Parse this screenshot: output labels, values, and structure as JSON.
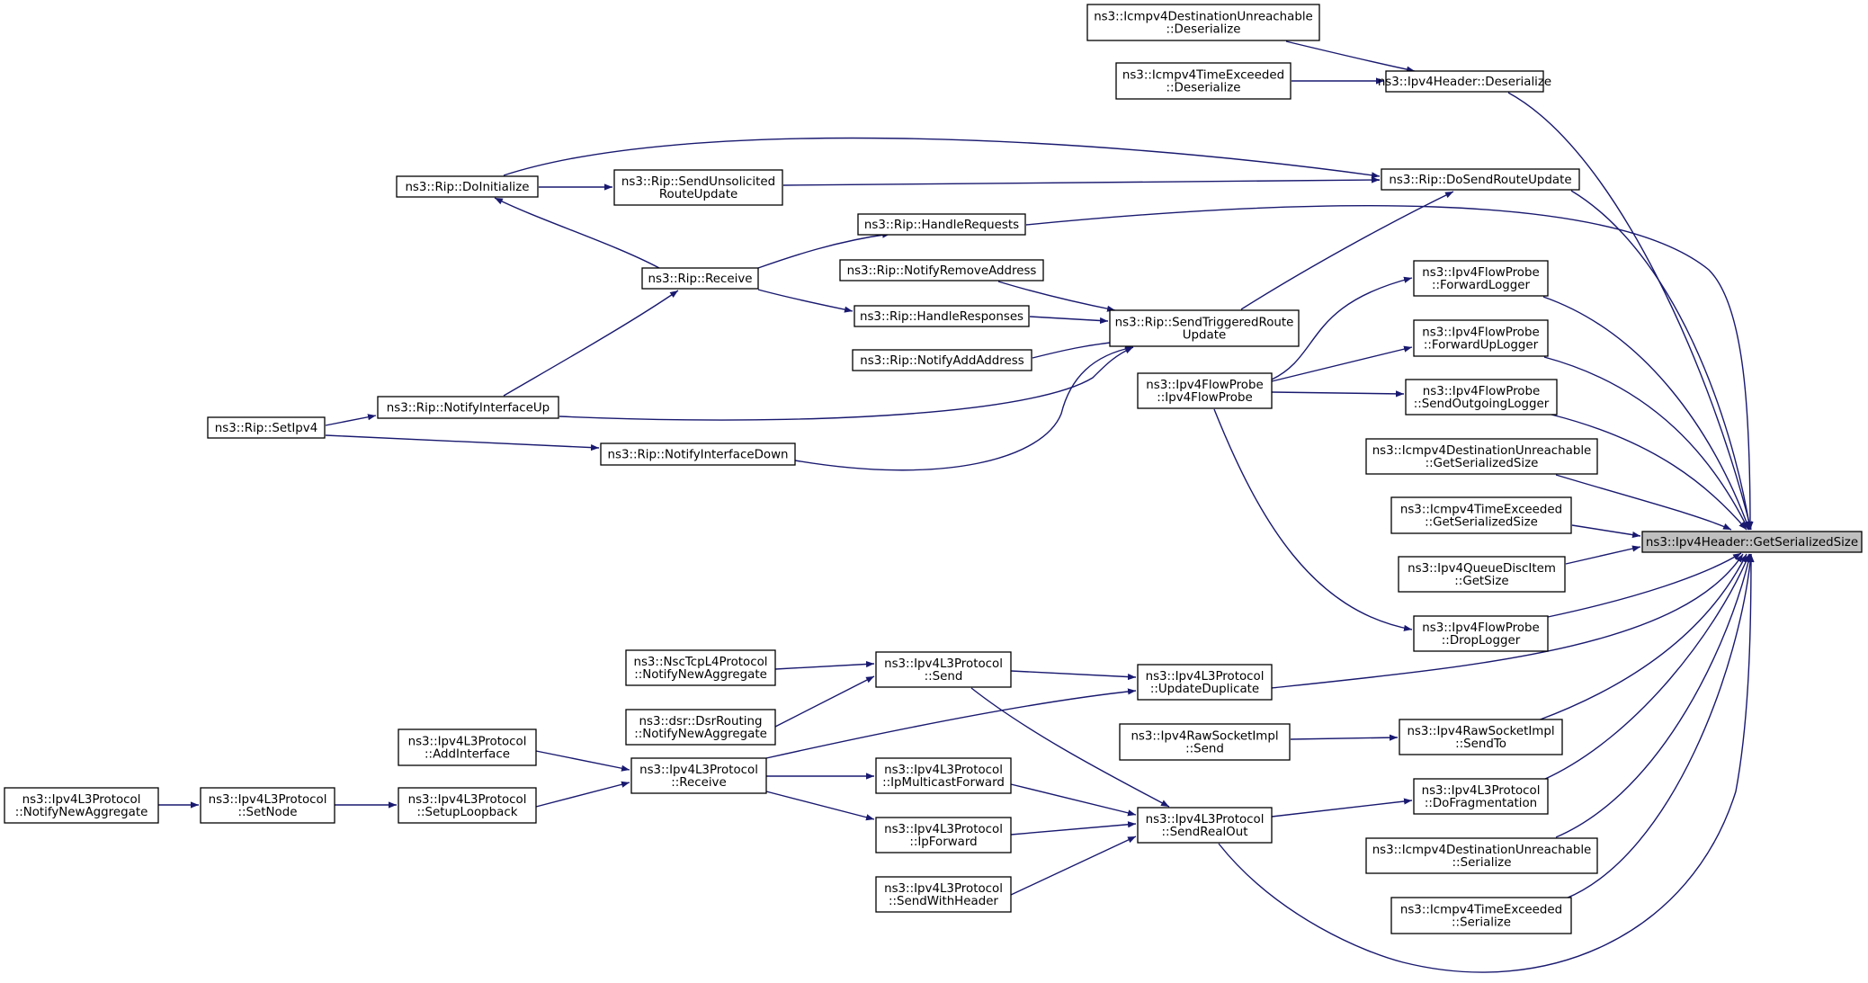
{
  "graph": {
    "edge_color": "#191970",
    "target_fill": "#bfbfbf",
    "nodes": [
      {
        "id": "target",
        "lines": [
          "ns3::Ipv4Header::GetSerializedSize"
        ],
        "highlight": true
      },
      {
        "id": "ipv4h_deser",
        "lines": [
          "ns3::Ipv4Header::Deserialize"
        ]
      },
      {
        "id": "icmpdu_deser",
        "lines": [
          "ns3::Icmpv4DestinationUnreachable",
          "::Deserialize"
        ]
      },
      {
        "id": "icmpte_deser",
        "lines": [
          "ns3::Icmpv4TimeExceeded",
          "::Deserialize"
        ]
      },
      {
        "id": "rip_dosend",
        "lines": [
          "ns3::Rip::DoSendRouteUpdate"
        ]
      },
      {
        "id": "rip_doinit",
        "lines": [
          "ns3::Rip::DoInitialize"
        ]
      },
      {
        "id": "rip_sendunsol",
        "lines": [
          "ns3::Rip::SendUnsolicited",
          "RouteUpdate"
        ]
      },
      {
        "id": "rip_handlereq",
        "lines": [
          "ns3::Rip::HandleRequests"
        ]
      },
      {
        "id": "rip_receive",
        "lines": [
          "ns3::Rip::Receive"
        ]
      },
      {
        "id": "rip_notifyremove",
        "lines": [
          "ns3::Rip::NotifyRemoveAddress"
        ]
      },
      {
        "id": "rip_handleresp",
        "lines": [
          "ns3::Rip::HandleResponses"
        ]
      },
      {
        "id": "rip_notifyadd",
        "lines": [
          "ns3::Rip::NotifyAddAddress"
        ]
      },
      {
        "id": "rip_sendtrig",
        "lines": [
          "ns3::Rip::SendTriggeredRoute",
          "Update"
        ]
      },
      {
        "id": "rip_notifyup",
        "lines": [
          "ns3::Rip::NotifyInterfaceUp"
        ]
      },
      {
        "id": "rip_setipv4",
        "lines": [
          "ns3::Rip::SetIpv4"
        ]
      },
      {
        "id": "rip_notifydown",
        "lines": [
          "ns3::Rip::NotifyInterfaceDown"
        ]
      },
      {
        "id": "fp_fwdlogger",
        "lines": [
          "ns3::Ipv4FlowProbe",
          "::ForwardLogger"
        ]
      },
      {
        "id": "fp_fwduplogger",
        "lines": [
          "ns3::Ipv4FlowProbe",
          "::ForwardUpLogger"
        ]
      },
      {
        "id": "fp_ctor",
        "lines": [
          "ns3::Ipv4FlowProbe",
          "::Ipv4FlowProbe"
        ]
      },
      {
        "id": "fp_sendout",
        "lines": [
          "ns3::Ipv4FlowProbe",
          "::SendOutgoingLogger"
        ]
      },
      {
        "id": "icmpdu_getsize",
        "lines": [
          "ns3::Icmpv4DestinationUnreachable",
          "::GetSerializedSize"
        ]
      },
      {
        "id": "icmpte_getsize",
        "lines": [
          "ns3::Icmpv4TimeExceeded",
          "::GetSerializedSize"
        ]
      },
      {
        "id": "qdi_getsize",
        "lines": [
          "ns3::Ipv4QueueDiscItem",
          "::GetSize"
        ]
      },
      {
        "id": "fp_drop",
        "lines": [
          "ns3::Ipv4FlowProbe",
          "::DropLogger"
        ]
      },
      {
        "id": "nsc_notify",
        "lines": [
          "ns3::NscTcpL4Protocol",
          "::NotifyNewAggregate"
        ]
      },
      {
        "id": "l3_send",
        "lines": [
          "ns3::Ipv4L3Protocol",
          "::Send"
        ]
      },
      {
        "id": "l3_updatedup",
        "lines": [
          "ns3::Ipv4L3Protocol",
          "::UpdateDuplicate"
        ]
      },
      {
        "id": "dsr_notify",
        "lines": [
          "ns3::dsr::DsrRouting",
          "::NotifyNewAggregate"
        ]
      },
      {
        "id": "raw_send",
        "lines": [
          "ns3::Ipv4RawSocketImpl",
          "::Send"
        ]
      },
      {
        "id": "raw_sendto",
        "lines": [
          "ns3::Ipv4RawSocketImpl",
          "::SendTo"
        ]
      },
      {
        "id": "l3_addif",
        "lines": [
          "ns3::Ipv4L3Protocol",
          "::AddInterface"
        ]
      },
      {
        "id": "l3_receive",
        "lines": [
          "ns3::Ipv4L3Protocol",
          "::Receive"
        ]
      },
      {
        "id": "l3_ipmcast",
        "lines": [
          "ns3::Ipv4L3Protocol",
          "::IpMulticastForward"
        ]
      },
      {
        "id": "l3_notifynew",
        "lines": [
          "ns3::Ipv4L3Protocol",
          "::NotifyNewAggregate"
        ]
      },
      {
        "id": "l3_setnode",
        "lines": [
          "ns3::Ipv4L3Protocol",
          "::SetNode"
        ]
      },
      {
        "id": "l3_setuploop",
        "lines": [
          "ns3::Ipv4L3Protocol",
          "::SetupLoopback"
        ]
      },
      {
        "id": "l3_dofrag",
        "lines": [
          "ns3::Ipv4L3Protocol",
          "::DoFragmentation"
        ]
      },
      {
        "id": "l3_sendrealout",
        "lines": [
          "ns3::Ipv4L3Protocol",
          "::SendRealOut"
        ]
      },
      {
        "id": "l3_ipforward",
        "lines": [
          "ns3::Ipv4L3Protocol",
          "::IpForward"
        ]
      },
      {
        "id": "icmpdu_ser",
        "lines": [
          "ns3::Icmpv4DestinationUnreachable",
          "::Serialize"
        ]
      },
      {
        "id": "l3_sendwithhdr",
        "lines": [
          "ns3::Ipv4L3Protocol",
          "::SendWithHeader"
        ]
      },
      {
        "id": "icmpte_ser",
        "lines": [
          "ns3::Icmpv4TimeExceeded",
          "::Serialize"
        ]
      }
    ]
  }
}
